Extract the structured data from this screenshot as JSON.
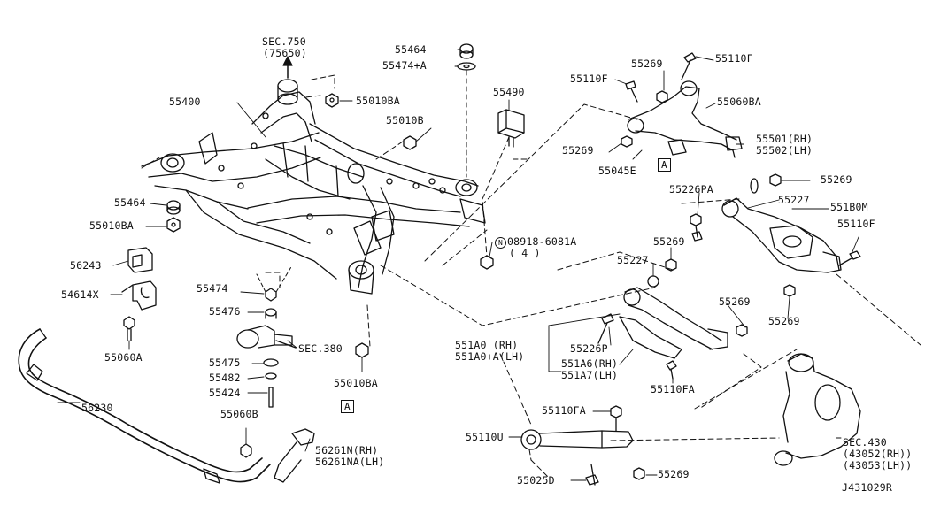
{
  "diagram_id": "J431029R",
  "frame_markers": {
    "a": "A"
  },
  "labels": {
    "sec750": "SEC.750",
    "sec750_sub": "(75650)",
    "p55400": "55400",
    "p55010ba_top": "55010BA",
    "p55010b": "55010B",
    "p55464_top": "55464",
    "p55474a": "55474+A",
    "p55490": "55490",
    "p55464_left": "55464",
    "p55010ba_left": "55010BA",
    "p56243": "56243",
    "p54614x": "54614X",
    "p55060a": "55060A",
    "p56230": "56230",
    "p55474": "55474",
    "p55476": "55476",
    "sec380": "SEC.380",
    "p55475": "55475",
    "p55482": "55482",
    "p55424": "55424",
    "p55060b": "55060B",
    "p56261": "56261N(RH)\n56261NA(LH)",
    "p55010ba_bottom": "55010BA",
    "nut_circle": "N",
    "nut_num": "08918-6081A",
    "nut_qty": "( 4 )",
    "p55110f_a": "55110F",
    "p55269_a": "55269",
    "p55110f_b": "55110F",
    "p55060ba": "55060BA",
    "p55269_b": "55269",
    "p55045e": "55045E",
    "p55501": "55501(RH)\n55502(LH)",
    "p55226pa": "55226PA",
    "p55269_c": "55269",
    "p55227_r": "55227",
    "p551b0m": "551B0M",
    "p55110f_c": "55110F",
    "p55269_d": "55269",
    "p55227_m": "55227",
    "p55269_e": "55269",
    "p55269_f": "55269",
    "p551a0": "551A0 (RH)\n551A0+A(LH)",
    "p55226p": "55226P",
    "p551a6": "551A6(RH)\n551A7(LH)",
    "p55110fa_a": "55110FA",
    "p55110fa_b": "55110FA",
    "p55110u": "55110U",
    "p55269_g": "55269",
    "p55025d": "55025D",
    "sec430": "SEC.430\n(43052(RH))\n(43053(LH))"
  }
}
